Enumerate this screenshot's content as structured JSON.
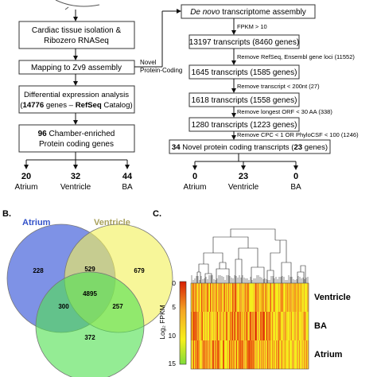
{
  "flowchart": {
    "left_boxes": {
      "isolation": [
        "Cardiac tissue isolation &",
        "Ribozero RNASeq"
      ],
      "mapping": "Mapping to Zv9 assembly",
      "dea_line1": "Differential expression analysis",
      "dea_line2_bold": "14776",
      "dea_line2_mid": " genes – ",
      "dea_line2_bold2": "RefSeq",
      "dea_line2_end": " Catalog)",
      "dea_line2_start": "(",
      "chamber_bold": "96",
      "chamber_rest": " Chamber-enriched",
      "chamber_line2": "Protein coding genes"
    },
    "novel_label": [
      "Novel",
      "Protein-Coding"
    ],
    "left_outcomes": [
      {
        "count": "20",
        "label": "Atrium"
      },
      {
        "count": "32",
        "label": "Ventricle"
      },
      {
        "count": "44",
        "label": "BA"
      }
    ],
    "right_boxes": {
      "denovo_italic": "De novo",
      "denovo_rest": " transcriptome assembly",
      "b1": "13197 transcripts (8460 genes)",
      "b2": "1645 transcripts (1585 genes)",
      "b3": "1618 transcripts (1558 genes)",
      "b4": "1280 transcripts (1223 genes)",
      "final_bold1": "34",
      "final_mid": " Novel protein coding transcripts (",
      "final_bold2": "23",
      "final_end": " genes)"
    },
    "filters": [
      "FPKM > 10",
      "Remove RefSeq, Ensembl gene loci (11552)",
      "Remove transcript < 200nt (27)",
      "Remove longest ORF < 30 AA (338)",
      "Remove CPC < 1 OR PhyloCSF < 100 (1246)"
    ],
    "right_outcomes": [
      {
        "count": "0",
        "label": "Atrium"
      },
      {
        "count": "23",
        "label": "Ventricle"
      },
      {
        "count": "0",
        "label": "BA"
      }
    ]
  },
  "panel_b": {
    "panel_label": "B.",
    "atrium_label": "Atrium",
    "ventricle_label": "Ventricle",
    "regions": {
      "atrium_only": "228",
      "ventricle_only": "679",
      "atrium_ventricle": "529",
      "all_three": "4895",
      "atrium_ba": "300",
      "ventricle_ba": "257",
      "ba_only": "372"
    },
    "colors": {
      "atrium": "#2f4fd6",
      "ventricle": "#f2f05a",
      "ba": "#52e052",
      "atrium_text": "#3352c9",
      "ventricle_text": "#a8a05a"
    }
  },
  "panel_c": {
    "panel_label": "C.",
    "colorbar_ticks": [
      "0",
      "5",
      "10",
      "15"
    ],
    "colorbar_label": "Log₂ FPKM",
    "row_labels": [
      "Ventricle",
      "BA",
      "Atrium"
    ],
    "colors": {
      "low": "#d81e05",
      "mid": "#f5a623",
      "high": "#f7f01a",
      "top": "#7fdc3a"
    }
  }
}
